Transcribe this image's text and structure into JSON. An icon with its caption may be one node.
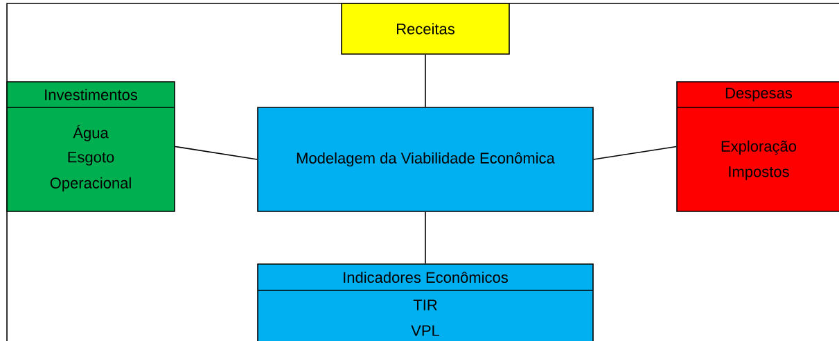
{
  "diagram": {
    "nodes": [
      {
        "text": [
          "Receitas"
        ]
      },
      {
        "text": [
          "Investimentos",
          "Água",
          "Esgoto",
          "Operacional"
        ]
      },
      {
        "text": [
          "Modelagem da Viabilidade Econômica"
        ]
      },
      {
        "text": [
          "Despesas",
          "Exploração",
          "Impostos"
        ]
      },
      {
        "text": [
          "Indicadores Econômicos",
          "TIR",
          "VPL"
        ]
      }
    ],
    "edges": [
      {
        "from": 0,
        "to": 2,
        "arrow": "none"
      },
      {
        "from": 1,
        "to": 2,
        "arrow": "none"
      },
      {
        "from": 2,
        "to": 3,
        "arrow": "none"
      },
      {
        "from": 2,
        "to": 4,
        "arrow": "none"
      }
    ]
  }
}
